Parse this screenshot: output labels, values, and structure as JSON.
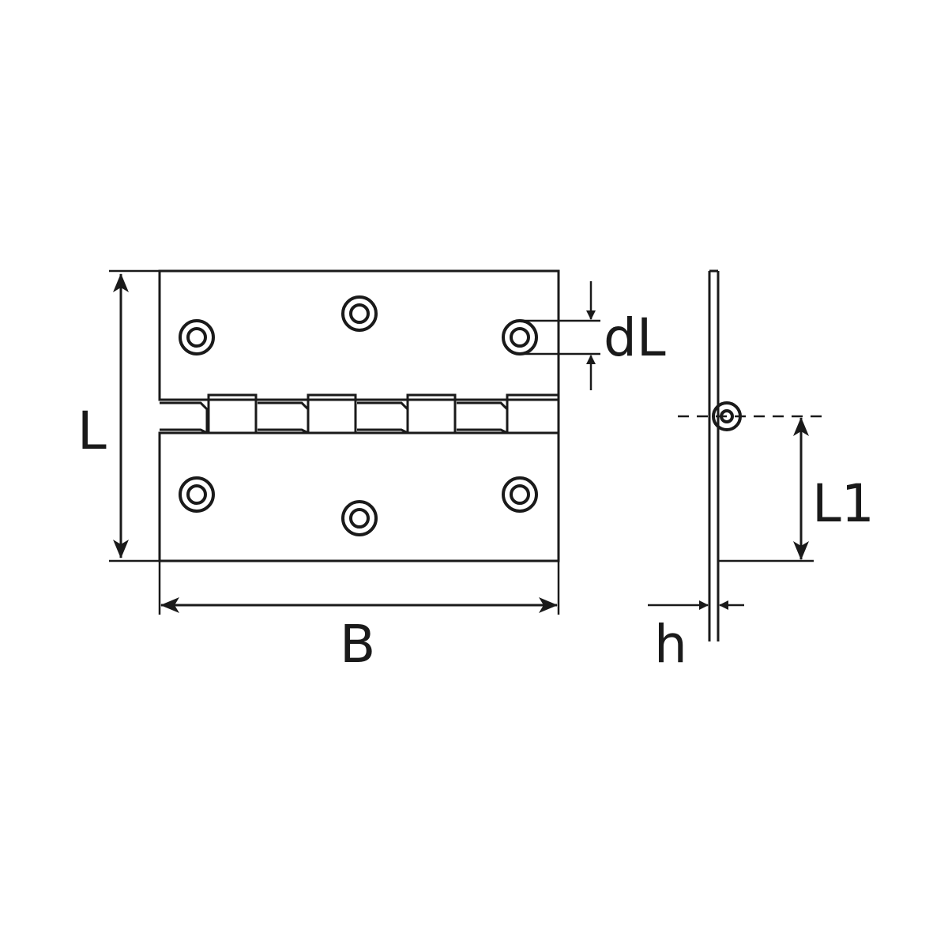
{
  "diagram": {
    "labels": {
      "length": "L",
      "width": "B",
      "hole_diameter": "dL",
      "pin_to_edge": "L1",
      "thickness": "h"
    },
    "colors": {
      "line": "#1a1a1a",
      "background": "#ffffff"
    }
  }
}
